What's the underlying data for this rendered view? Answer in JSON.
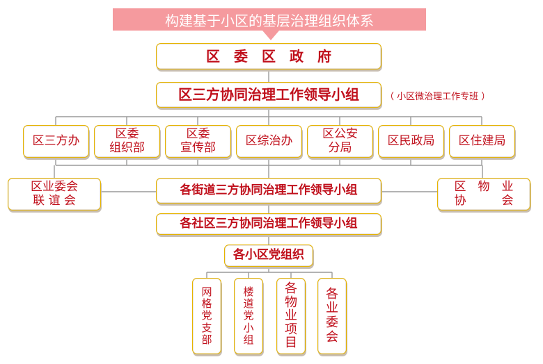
{
  "title": "构建基于小区的基层治理组织体系",
  "level1": "区　委　区　政　府",
  "level2": "区三方协同治理工作领导小组",
  "level2_note": "（ 小区微治理工作专班 ）",
  "departments": [
    {
      "line1": "区三方办",
      "line2": ""
    },
    {
      "line1": "区委",
      "line2": "组织部"
    },
    {
      "line1": "区委",
      "line2": "宣传部"
    },
    {
      "line1": "区综治办",
      "line2": ""
    },
    {
      "line1": "区公安",
      "line2": "分局"
    },
    {
      "line1": "区民政局",
      "line2": ""
    },
    {
      "line1": "区住建局",
      "line2": ""
    }
  ],
  "left_assoc": {
    "line1": "区业委会",
    "line2": "联 谊 会"
  },
  "right_assoc": {
    "line1": "区　物　业",
    "line2": "协　　　会"
  },
  "street_group": "各街道三方协同治理工作领导小组",
  "community_group": "各社区三方协同治理工作领导小组",
  "party_org": "各小区党组织",
  "bottom_units": [
    [
      "网",
      "格",
      "党",
      "支",
      "部"
    ],
    [
      "楼",
      "道",
      "党",
      "小",
      "组"
    ],
    [
      "各",
      "物",
      "业",
      "项",
      "目"
    ],
    [
      "各",
      "业",
      "委",
      "会"
    ]
  ],
  "colors": {
    "title_bg": "#f59a9e",
    "text_red": "#c0101c",
    "border_gold": "#e6b400",
    "line_gray": "#9a9a9a"
  }
}
